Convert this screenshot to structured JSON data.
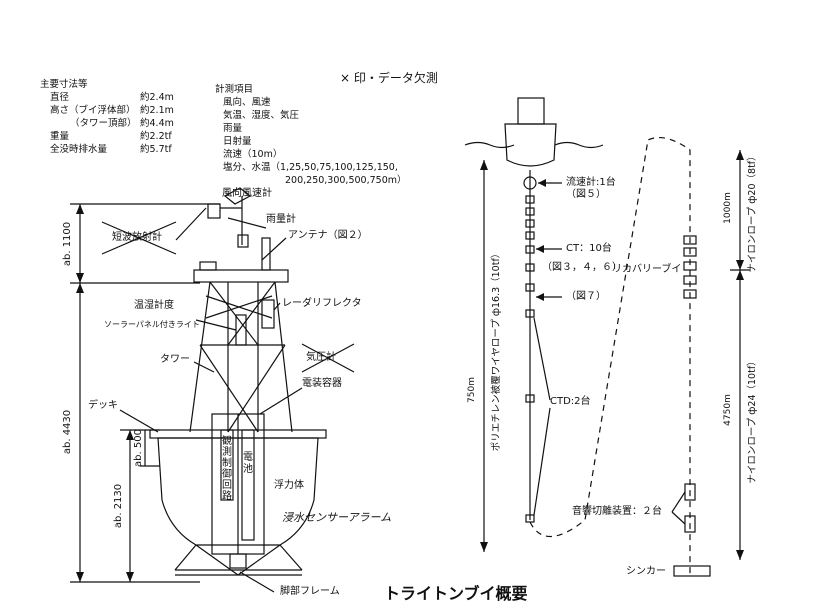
{
  "header_note": "× 印・データ欠測",
  "specs": {
    "title": "主要寸法等",
    "rows": [
      {
        "label": "直径",
        "value": "約2.4m"
      },
      {
        "label": "高さ（ブイ浮体部）",
        "value": "約2.1m"
      },
      {
        "label": "（タワー頂部）",
        "value": "約4.4m"
      },
      {
        "label": "重量",
        "value": "約2.2tf"
      },
      {
        "label": "全没時排水量",
        "value": "約5.7tf"
      }
    ]
  },
  "measurements": {
    "title": "計測項目",
    "items": [
      "風向、風速",
      "気温、湿度、気圧",
      "雨量",
      "日射量",
      "流速（10m）",
      "塩分、水温（1,25,50,75,100,125,150,",
      "200,250,300,500,750m）"
    ]
  },
  "buoy_labels": {
    "wind": "風向風速計",
    "rain": "雨量計",
    "antenna": "アンテナ（図２）",
    "shortwave": "短波放射計",
    "temp_humidity": "温湿計度",
    "solar_light": "ソーラーパネル付きライト",
    "radar": "レーダリフレクタ",
    "tower": "タワー",
    "barometer": "気圧計",
    "equipment": "電装容器",
    "deck": "デッキ",
    "circuit": "観測制御回路",
    "battery": "電池",
    "float": "浮力体",
    "flood_alarm": "浸水センサーアラーム",
    "frame": "脚部フレーム"
  },
  "dims": {
    "ab1100": "ab. 1100",
    "ab4430": "ab. 4430",
    "ab500": "ab. 500",
    "ab2130": "ab. 2130"
  },
  "mooring": {
    "current_meter": "流速計:1台",
    "current_meter_fig": "（図５）",
    "ct": "CT：10台",
    "ct_fig": "（図３，４，６）",
    "fig7": "（図７）",
    "ctd": "CTD:2台",
    "recovery_buoy": "リカバリーブイ",
    "release": "音響切離装置：２台",
    "sinker": "シンカー",
    "wire_rope": "ポリエチレン被覆ワイヤロープ ф16.3（10tf）",
    "len750": "750m",
    "len1000": "1000m",
    "nylon20": "ナイロンロープ ф20（8tf）",
    "len4750": "4750m",
    "nylon24": "ナイロンロープ ф24（10tf）"
  },
  "title": "トライトンブイ概要"
}
